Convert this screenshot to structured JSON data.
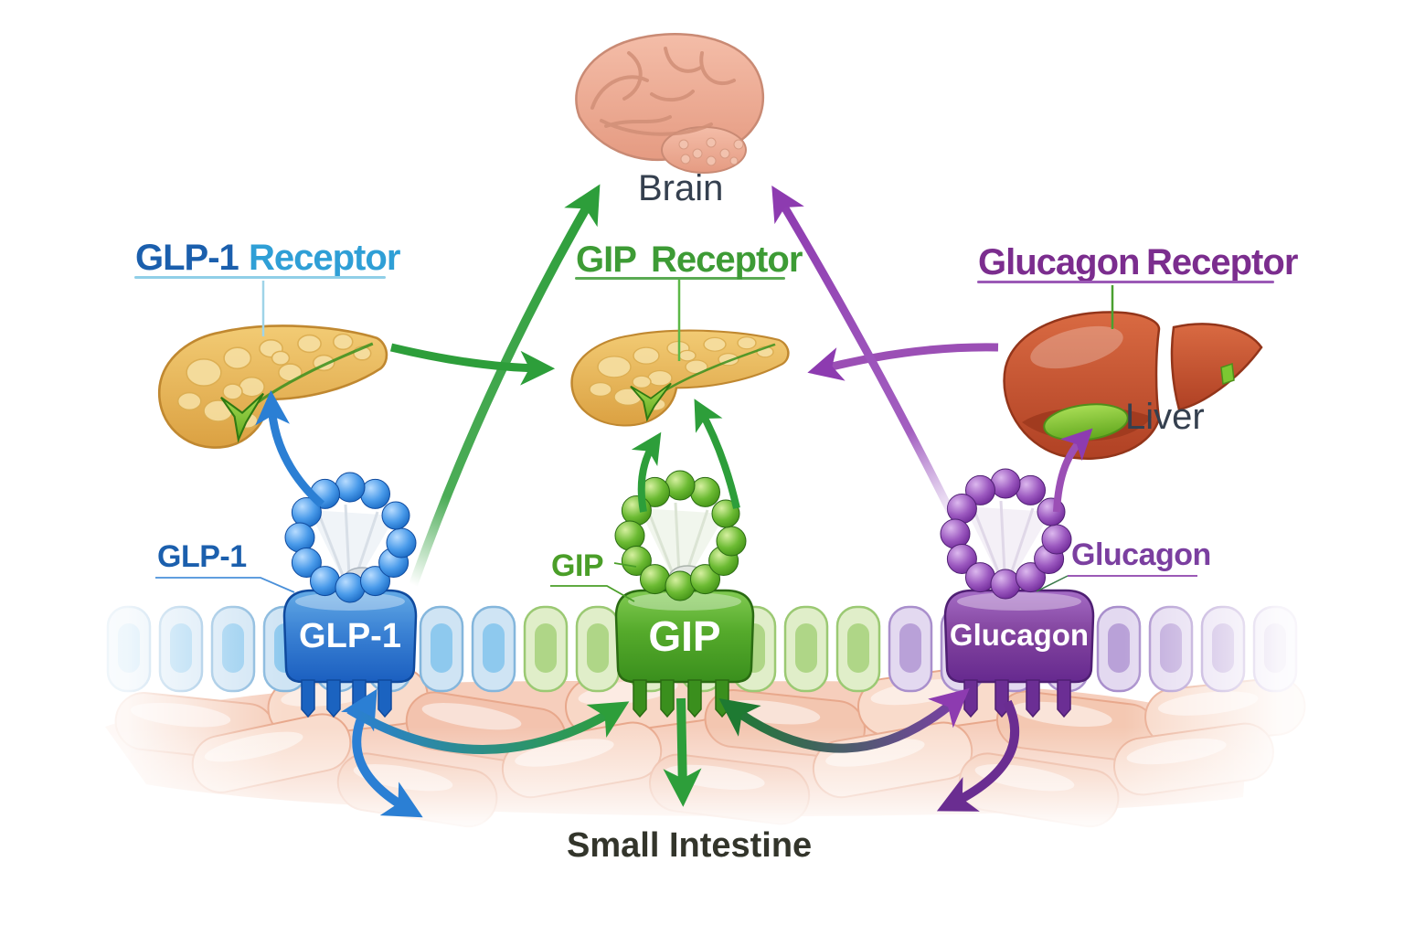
{
  "figure_type": "incretin-hormone-receptor-pathway-diagram",
  "headings": {
    "glp1_receptor": {
      "part1": "GLP-1",
      "part2": "Receptor",
      "color1": "#1b5fad",
      "color2": "#2f9fd6"
    },
    "gip_receptor": {
      "part1": "GIP",
      "part2": "Receptor",
      "color": "#3d9b35"
    },
    "glucagon_receptor": {
      "part1": "Glucagon",
      "part2": "Receptor",
      "color": "#7b2d8e"
    }
  },
  "organ_labels": {
    "brain": "Brain",
    "liver": "Liver",
    "small_intestine": "Small Intestine"
  },
  "hormone_labels": {
    "glp1": "GLP-1",
    "gip": "GIP",
    "glucagon": "Glucagon"
  },
  "receptor_box_labels": {
    "glp1": "GLP-1",
    "gip": "GIP",
    "glucagon": "Glucagon"
  },
  "accent_colors": {
    "glp1_blue": "#1b63c0",
    "gip_green": "#3a8f1d",
    "glucagon_purple": "#6b2e94",
    "pancreas_yellow": "#e8b44f",
    "liver_red": "#c85436",
    "brain_pink": "#efae97",
    "intestine_pink": "#f6cfbc"
  }
}
